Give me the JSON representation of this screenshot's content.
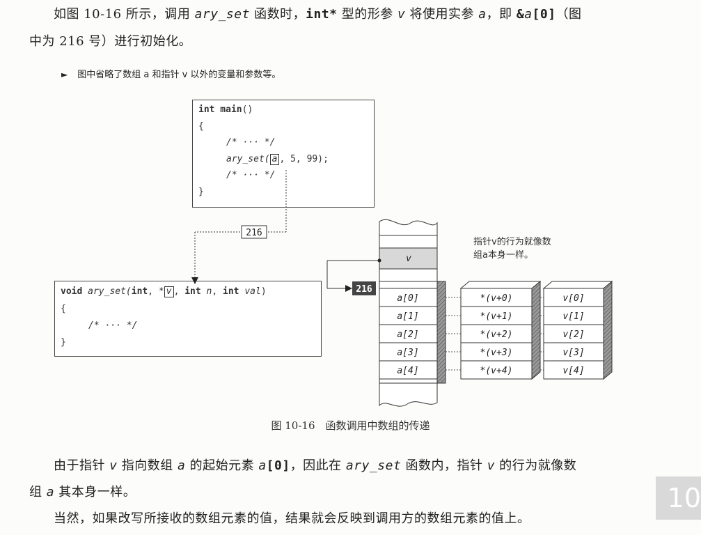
{
  "paragraph1": {
    "t1": "如图 10-16 所示，调用 ",
    "func": "ary_set",
    "t2": " 函数时，",
    "type": "int*",
    "t3": " 型的形参 ",
    "v": "v",
    "t4": " 将使用实参 ",
    "a": "a",
    "t5": "，即 ",
    "ref_amp": "&",
    "ref_a": "a",
    "ref_idx": "[0]",
    "t6": "（图",
    "t7": "中为 216 号）进行初始化。"
  },
  "note": {
    "marker": "►",
    "text": "图中省略了数组 a 和指针 v 以外的变量和参数等。"
  },
  "main_code": {
    "l1_kw": "int main",
    "l1_rest": "()",
    "l2": "{",
    "l3": "/* ··· */",
    "l4_fn": "ary_set(",
    "l4_arg": "a",
    "l4_rest": ", 5, 99);",
    "l5": "/* ··· */",
    "l6": "}"
  },
  "set_code": {
    "l1_kw1": "void ",
    "l1_fn": "ary_set(",
    "l1_kw2": "int",
    "l1_p1": ", *",
    "l1_v": "v",
    "l1_p2": ", ",
    "l1_kw3": "int",
    "l1_n": " n",
    "l1_p3": ", ",
    "l1_kw4": "int",
    "l1_val": " val",
    "l1_end": ")",
    "l2": "{",
    "l3": "/* ··· */",
    "l4": "}"
  },
  "diagram": {
    "addr": "216",
    "addr_dark": "216",
    "ptr_label": "v",
    "col_a": [
      "a[0]",
      "a[1]",
      "a[2]",
      "a[3]",
      "a[4]"
    ],
    "col_deref": [
      "*(v+0)",
      "*(v+1)",
      "*(v+2)",
      "*(v+3)",
      "*(v+4)"
    ],
    "col_v": [
      "v[0]",
      "v[1]",
      "v[2]",
      "v[3]",
      "v[4]"
    ],
    "callout_l1": "指针v的行为就像数",
    "callout_l2": "组a本身一样。"
  },
  "caption": "图 10-16　函数调用中数组的传递",
  "paragraph2": {
    "t1": "由于指针 ",
    "v": "v",
    "t2": " 指向数组 ",
    "a": "a",
    "t3": " 的起始元素 ",
    "elem_a": "a",
    "elem_idx": "[0]",
    "t4": "，因此在 ",
    "func": "ary_set",
    "t5": " 函数内，指针 ",
    "v2": "v",
    "t6": " 的行为就像数",
    "t7a": "组 ",
    "a2": "a",
    "t7b": " 其本身一样。"
  },
  "paragraph3": "当然，如果改写所接收的数组元素的值，结果就会反映到调用方的数组元素的值上。",
  "chapter_tab": "10",
  "colors": {
    "dark_cell": "#444444",
    "light_cell": "#d8d8d8",
    "hatch": "#888888"
  }
}
